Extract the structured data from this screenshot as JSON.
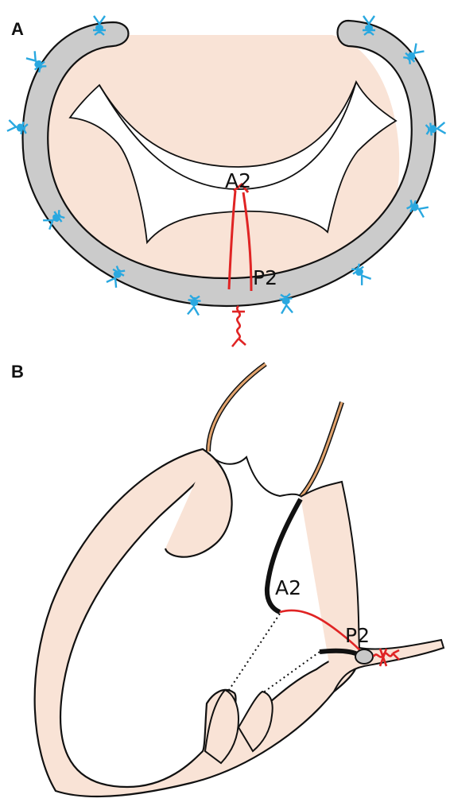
{
  "panels": [
    {
      "label": "A",
      "annotations": {
        "anterior": "A2",
        "posterior": "P2"
      }
    },
    {
      "label": "B",
      "annotations": {
        "anterior": "A2",
        "posterior": "P2"
      }
    }
  ],
  "colors": {
    "tissue": "#f9e3d6",
    "ring": "#cbcbcb",
    "outline": "#111111",
    "suture": "#e02424",
    "anchor": "#29a8e0",
    "aorta": "#e2a46e",
    "pledget": "#c8c8c8"
  },
  "icons": {
    "anchor": "ring-anchor-stitch-icon",
    "knot": "suture-knot-icon"
  }
}
